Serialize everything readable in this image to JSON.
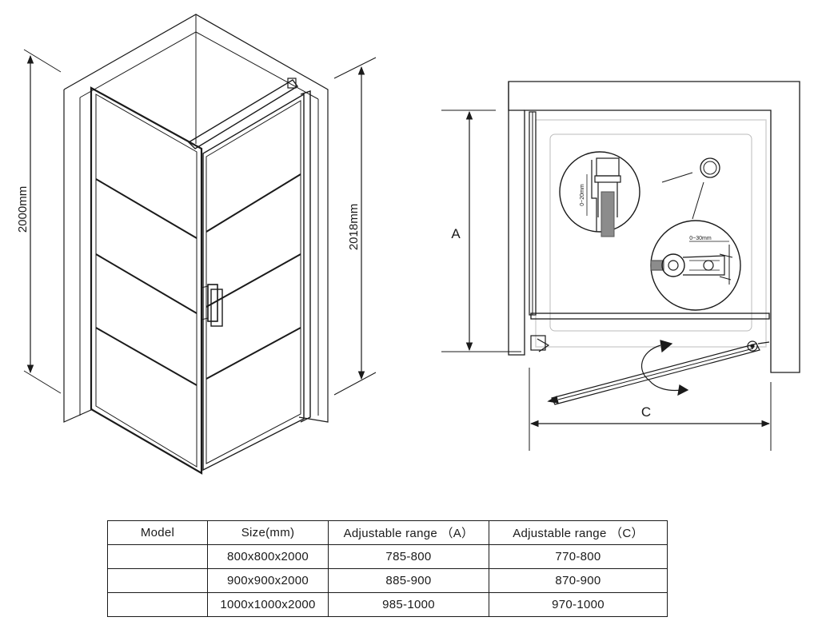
{
  "dimensions": {
    "height_left": "2000mm",
    "height_right": "2018mm",
    "label_a": "A",
    "label_c": "C",
    "range_left": "0~20mm",
    "range_right": "0~30mm"
  },
  "table": {
    "headers": [
      "Model",
      "Size(mm)",
      "Adjustable range （A）",
      "Adjustable range （C）"
    ],
    "rows": [
      [
        "",
        "800x800x2000",
        "785-800",
        "770-800"
      ],
      [
        "",
        "900x900x2000",
        "885-900",
        "870-900"
      ],
      [
        "",
        "1000x1000x2000",
        "985-1000",
        "970-1000"
      ]
    ]
  }
}
